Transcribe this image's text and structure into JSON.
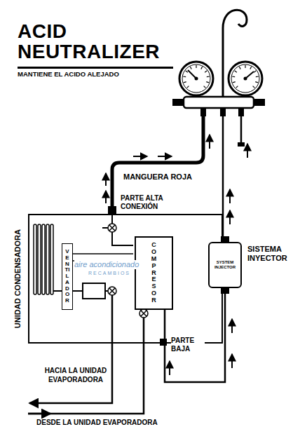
{
  "diagram": {
    "title": "ACID NEUTRALIZER",
    "nodes": [
      {
        "text": [
          "UNIDAD CONDENSADORA"
        ]
      },
      {
        "text": [
          "VENTILADOR"
        ],
        "in": 0
      },
      {
        "text": [
          "COMPRESOR"
        ],
        "in": 0
      },
      {
        "text": [
          "SYSTEM INJECTOR",
          "SISTEMA INYECTOR"
        ]
      }
    ],
    "edges": [
      {
        "from": 2,
        "to": 3,
        "arrow": "to"
      }
    ],
    "labels": [
      "MANTIENE EL ACIDO ALEJADO",
      "MANGUERA ROJA",
      "PARTE ALTA CONEXIÓN",
      "PARTE BAJA",
      "HACIA LA UNIDAD EVAPORADORA",
      "DESDE LA UNIDAD EVAPORADORA",
      "aire acondicionado",
      "RECAMBIOS"
    ]
  }
}
